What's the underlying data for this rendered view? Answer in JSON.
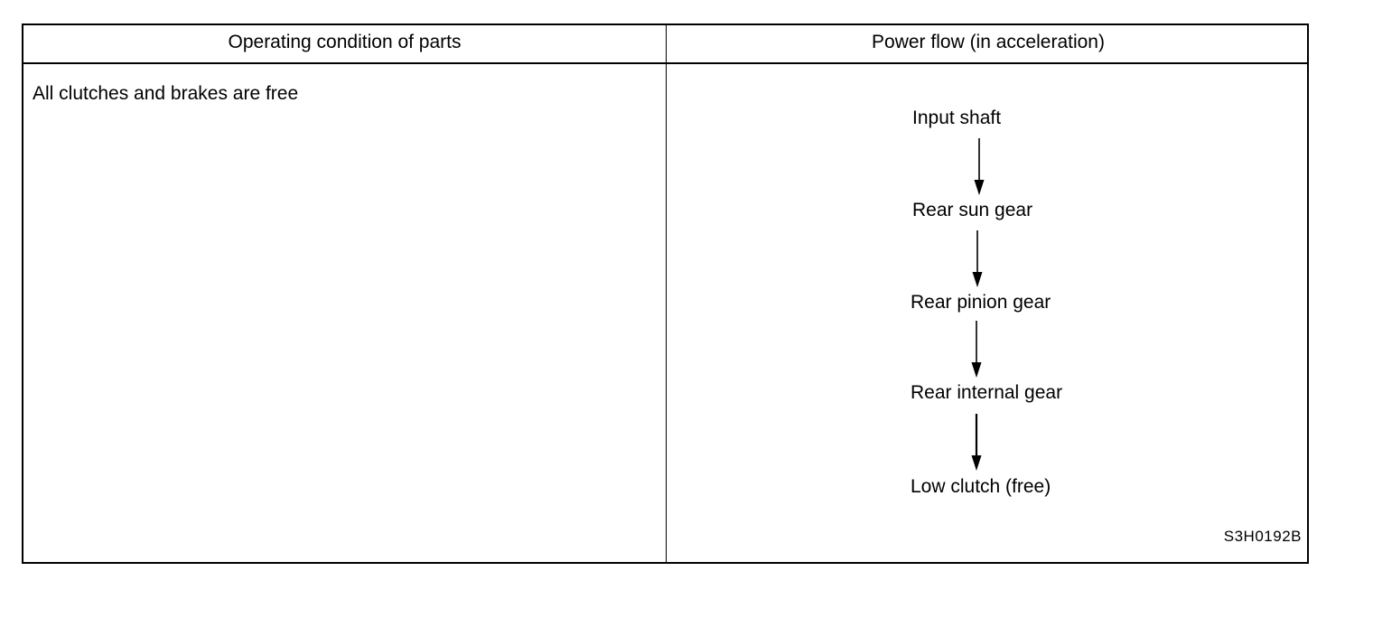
{
  "table": {
    "headers": {
      "left": "Operating condition of parts",
      "right": "Power flow (in acceleration)"
    },
    "condition": "All clutches and brakes are free",
    "power_flow": [
      "Input shaft",
      "Rear sun gear",
      "Rear pinion gear",
      "Rear internal gear",
      "Low clutch (free)"
    ],
    "figure_code": "S3H0192B"
  }
}
